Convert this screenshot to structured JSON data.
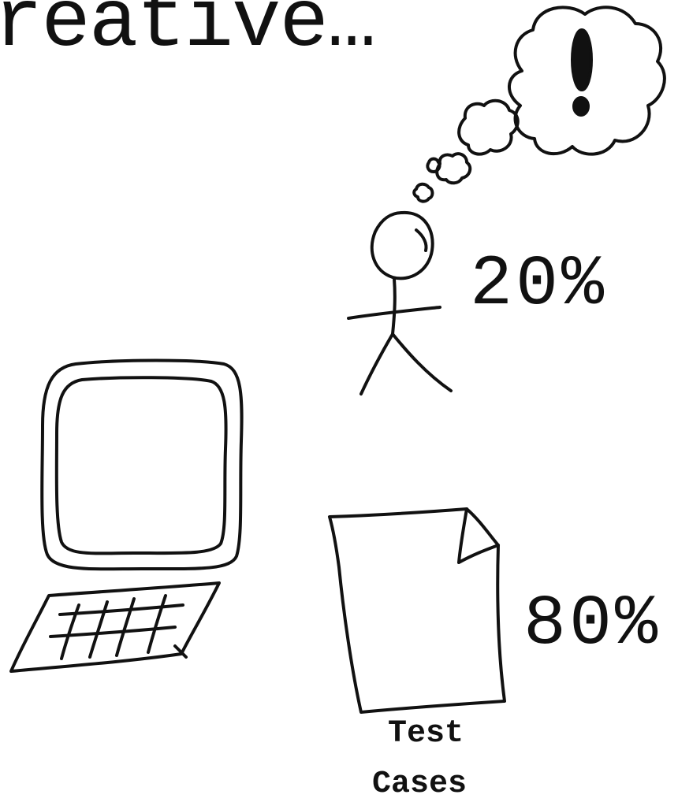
{
  "title": "reative…",
  "human": {
    "percentage": "20%",
    "icon": "stick-figure-icon",
    "thought": "thought-bubble-exclamation-icon"
  },
  "computer": {
    "icon": "computer-with-keyboard-icon"
  },
  "test_cases": {
    "percentage": "80%",
    "icon": "document-page-icon",
    "caption_line1": "Test",
    "caption_line2": "Cases"
  }
}
